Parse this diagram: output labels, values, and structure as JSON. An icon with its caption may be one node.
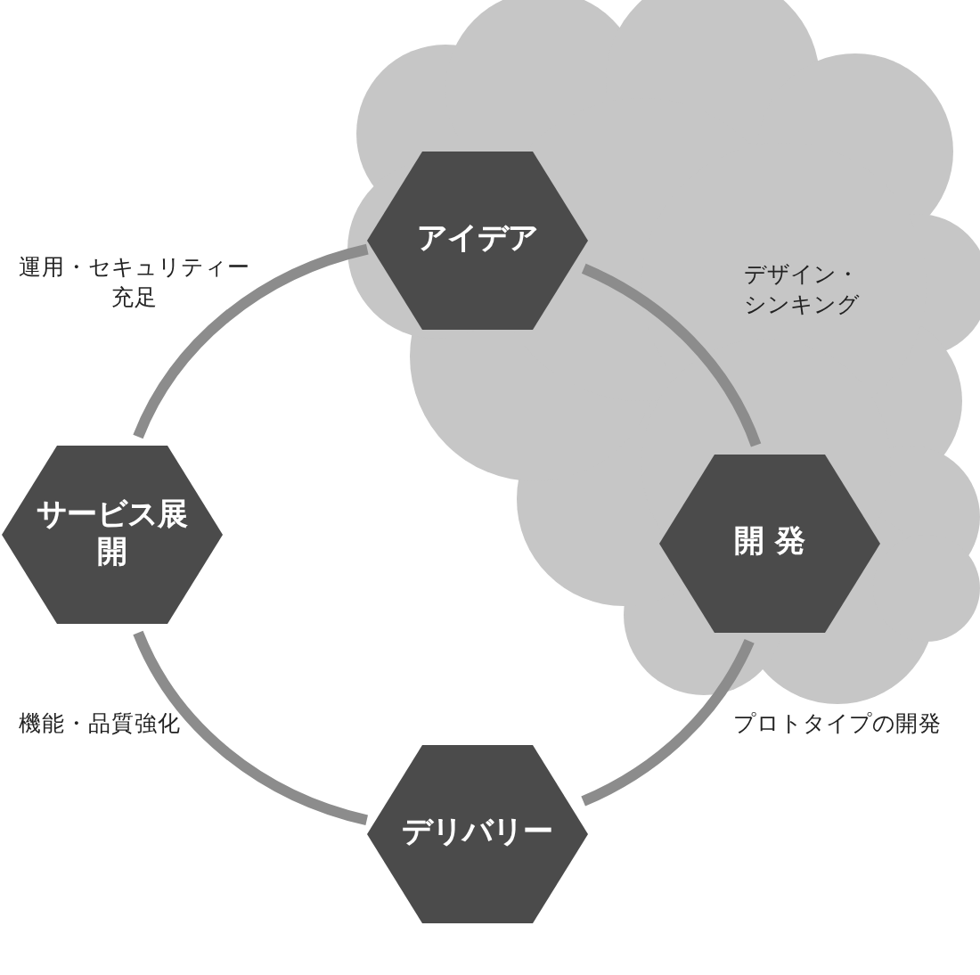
{
  "diagram": {
    "nodes": [
      {
        "text": [
          "アイデア"
        ]
      },
      {
        "text": [
          "開 発"
        ]
      },
      {
        "text": [
          "デリバリー"
        ]
      },
      {
        "text": [
          "サービス展開"
        ]
      }
    ],
    "edges": [
      {
        "from": 0,
        "to": 1,
        "arrow": "none",
        "label": "デザイン・シンキング"
      },
      {
        "from": 1,
        "to": 2,
        "arrow": "none",
        "label": "プロトタイプの開発"
      },
      {
        "from": 2,
        "to": 3,
        "arrow": "none",
        "label": "機能・品質強化"
      },
      {
        "from": 3,
        "to": 0,
        "arrow": "none",
        "label": "運用・セキュリティー充足"
      }
    ]
  }
}
